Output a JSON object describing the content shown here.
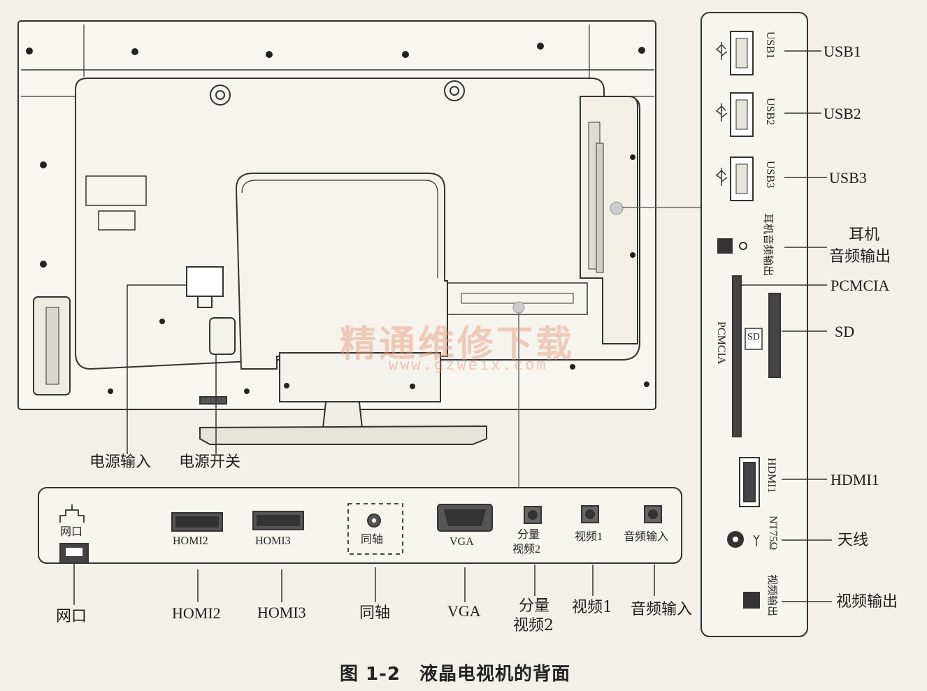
{
  "caption": "图 1-2　液晶电视机的背面",
  "watermark": {
    "cn": "精通维修下载",
    "url": "www.gzweix.com"
  },
  "callouts": {
    "power_input": "电源输入",
    "power_switch": "电源开关",
    "usb1": "USB1",
    "usb2": "USB2",
    "usb3": "USB3",
    "headphone_line1": "耳机",
    "headphone_line2": "音频输出",
    "pcmcia": "PCMCIA",
    "sd": "SD",
    "hdmi1": "HDMI1",
    "antenna": "天线",
    "video_out": "视频输出"
  },
  "side_panel": {
    "usb1": "USB1",
    "usb2": "USB2",
    "usb3": "USB3",
    "headphone": "耳机音频输出",
    "pcmcia": "PCMCIA",
    "sd": "SD",
    "hdmi1": "HDMI1",
    "antenna": "NT75Ω",
    "video_out": "视频输出"
  },
  "bottom_panel": {
    "lan_top": "网口",
    "hdmi2": "HOMI2",
    "hdmi3": "HOMI3",
    "coaxial": "同轴",
    "vga": "VGA",
    "component_line1": "分量",
    "component_line2": "视频2",
    "video1": "视频1",
    "audio_in": "音频输入"
  },
  "bottom_callouts": {
    "lan": "网口",
    "hdmi2": "HOMI2",
    "hdmi3": "HOMI3",
    "coaxial": "同轴",
    "vga": "VGA",
    "component_line1": "分量",
    "component_line2": "视频2",
    "video1": "视频1",
    "audio_in": "音频输入"
  }
}
